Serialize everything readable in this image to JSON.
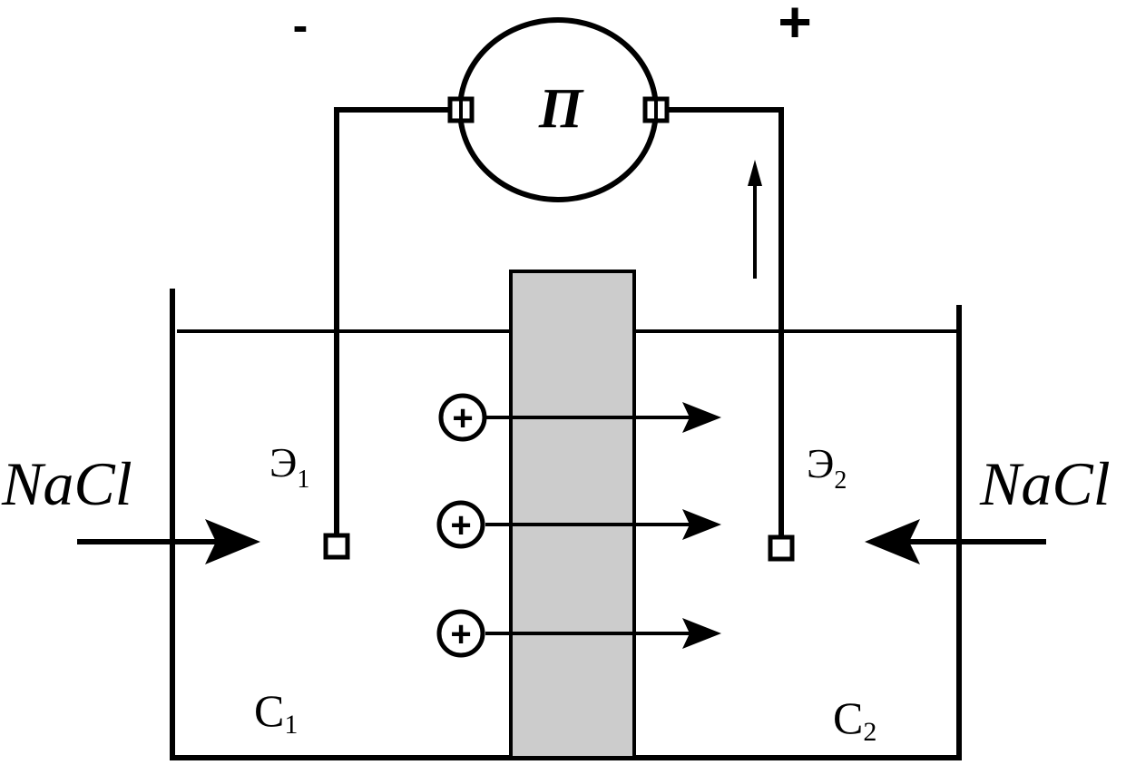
{
  "power_source": {
    "label": "П"
  },
  "polarity": {
    "negative": "-",
    "positive": "+"
  },
  "electrodes": {
    "left": {
      "letter": "Э",
      "index": "1"
    },
    "right": {
      "letter": "Э",
      "index": "2"
    }
  },
  "chambers": {
    "left": {
      "letter": "C",
      "index": "1"
    },
    "right": {
      "letter": "C",
      "index": "2"
    }
  },
  "inflow": {
    "left": "NaCl",
    "right": "NaCl"
  },
  "cation_symbol": "+"
}
